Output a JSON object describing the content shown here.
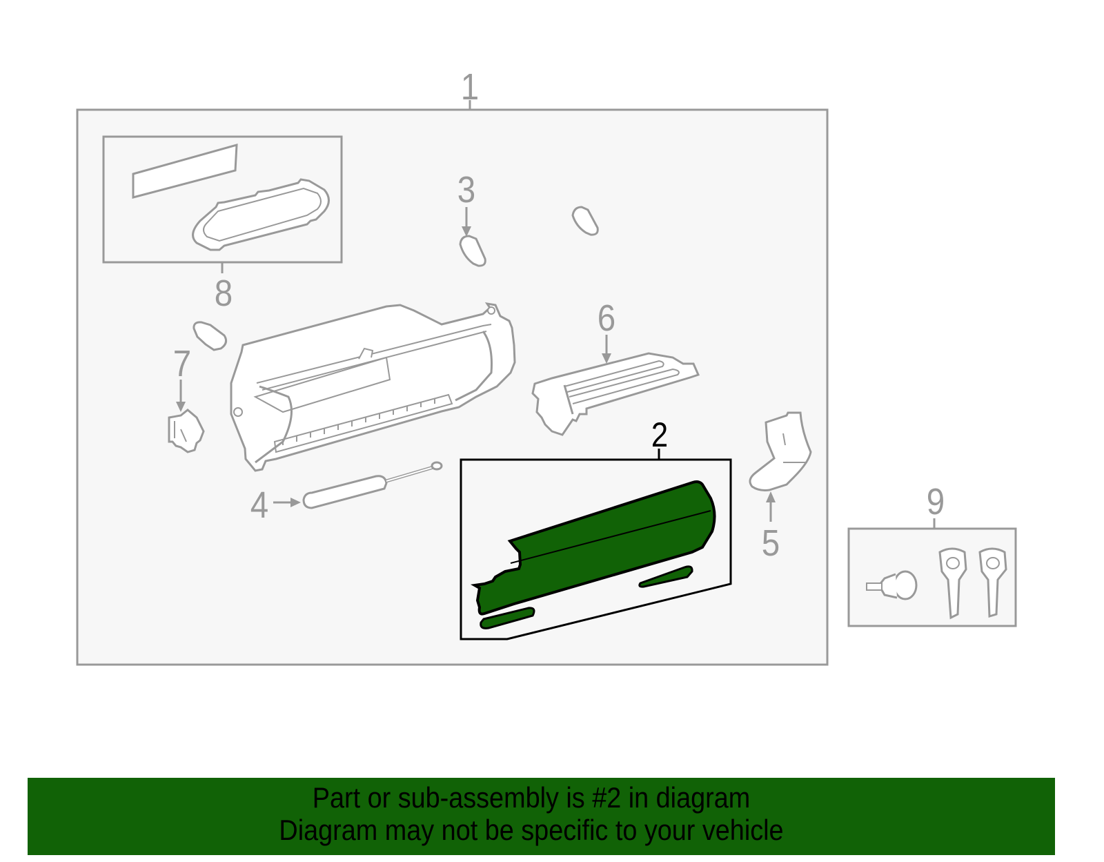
{
  "diagram": {
    "title": "Glove box assembly parts diagram",
    "colors": {
      "outline": "#999999",
      "panel_fill": "#f7f7f7",
      "part_fill": "#ffffff",
      "highlight_fill": "#116206",
      "highlight_outline": "#000000"
    },
    "callouts": [
      {
        "number": "1",
        "label": "Glove box assembly (group)",
        "highlighted": false
      },
      {
        "number": "2",
        "label": "Glove box door / sub-assembly",
        "highlighted": true
      },
      {
        "number": "3",
        "label": "Bumper stopper",
        "highlighted": false
      },
      {
        "number": "4",
        "label": "Damper",
        "highlighted": false
      },
      {
        "number": "5",
        "label": "Bracket",
        "highlighted": false
      },
      {
        "number": "6",
        "label": "Reinforcement rail",
        "highlighted": false
      },
      {
        "number": "7",
        "label": "Latch clip",
        "highlighted": false
      },
      {
        "number": "8",
        "label": "Lamp & lens kit",
        "highlighted": false
      },
      {
        "number": "9",
        "label": "Lock cylinder & keys",
        "highlighted": false
      }
    ],
    "highlighted_part": "2"
  },
  "banner": {
    "line1": "Part or sub-assembly is #2 in diagram",
    "line2": "Diagram may not be specific to your vehicle",
    "background": "#116206",
    "text_color": "#000000"
  }
}
